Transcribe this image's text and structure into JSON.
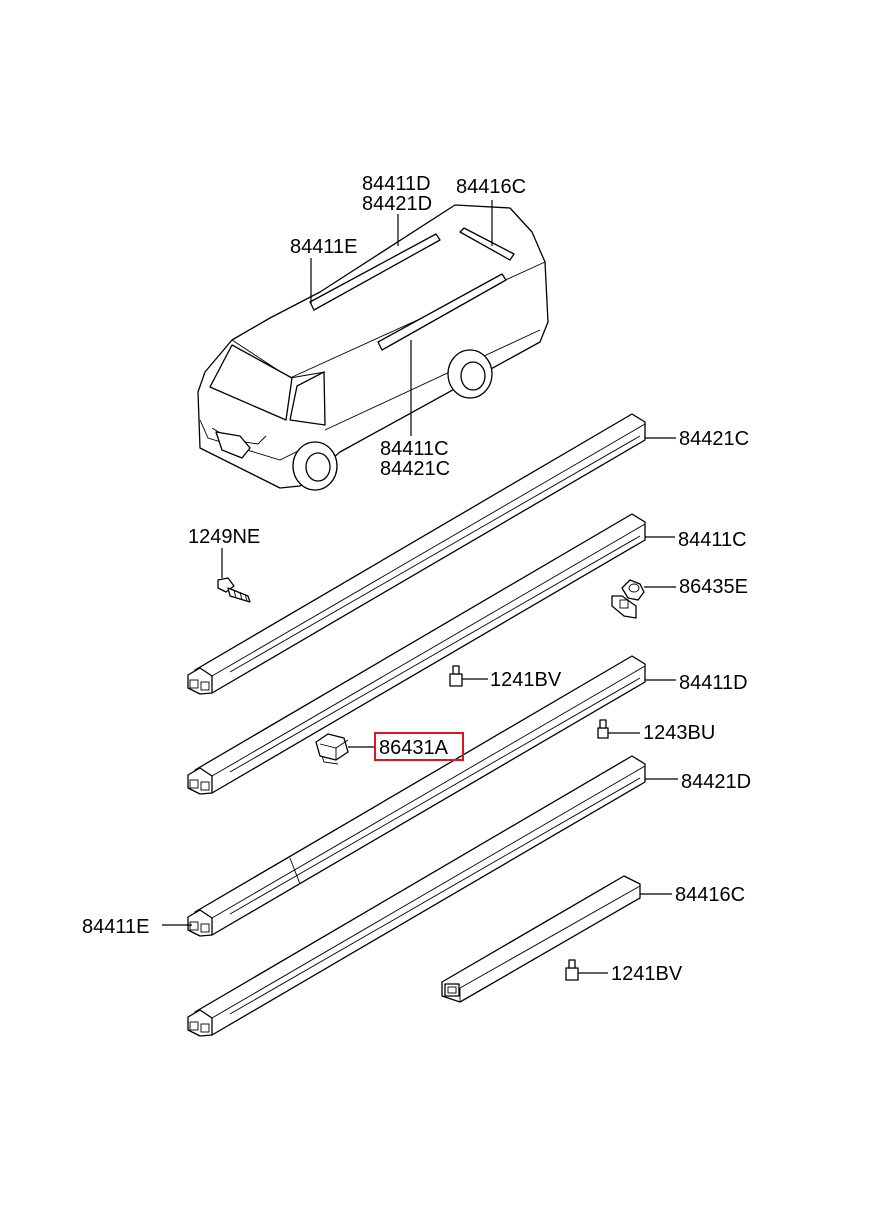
{
  "labels": {
    "van_84411d": "84411D",
    "van_84421d": "84421D",
    "van_84416c": "84416C",
    "van_84411e": "84411E",
    "van_84411c": "84411C",
    "van_84421c": "84421C",
    "p_84421c": "84421C",
    "p_84411c": "84411C",
    "p_86435e": "86435E",
    "p_1249ne": "1249NE",
    "p_1241bv_top": "1241BV",
    "p_84411d": "84411D",
    "p_1243bu": "1243BU",
    "p_86431a": "86431A",
    "p_84421d": "84421D",
    "p_84411e": "84411E",
    "p_84416c": "84416C",
    "p_1241bv_bottom": "1241BV"
  },
  "highlight": {
    "label": "86431A",
    "color": "#e0141e"
  }
}
